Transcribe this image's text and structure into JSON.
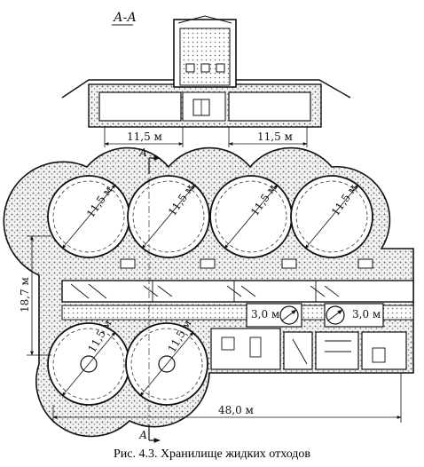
{
  "section_label": "А-А",
  "section_dims": [
    "11,5 м",
    "11,5 м"
  ],
  "top_tank_dims": [
    "11,5 м",
    "11,5 м",
    "11,5 м",
    "11,5 м"
  ],
  "bottom_tank_dims": [
    "11,5 м",
    "11,5 м"
  ],
  "height_dim": "18,7 м",
  "length_dim": "48,0 м",
  "chamber_dims": [
    "3,0 м",
    "3,0 м"
  ],
  "cut_marker_top": "А",
  "cut_marker_bottom": "А",
  "caption": "Рис. 4.3. Хранилище жидких отходов"
}
